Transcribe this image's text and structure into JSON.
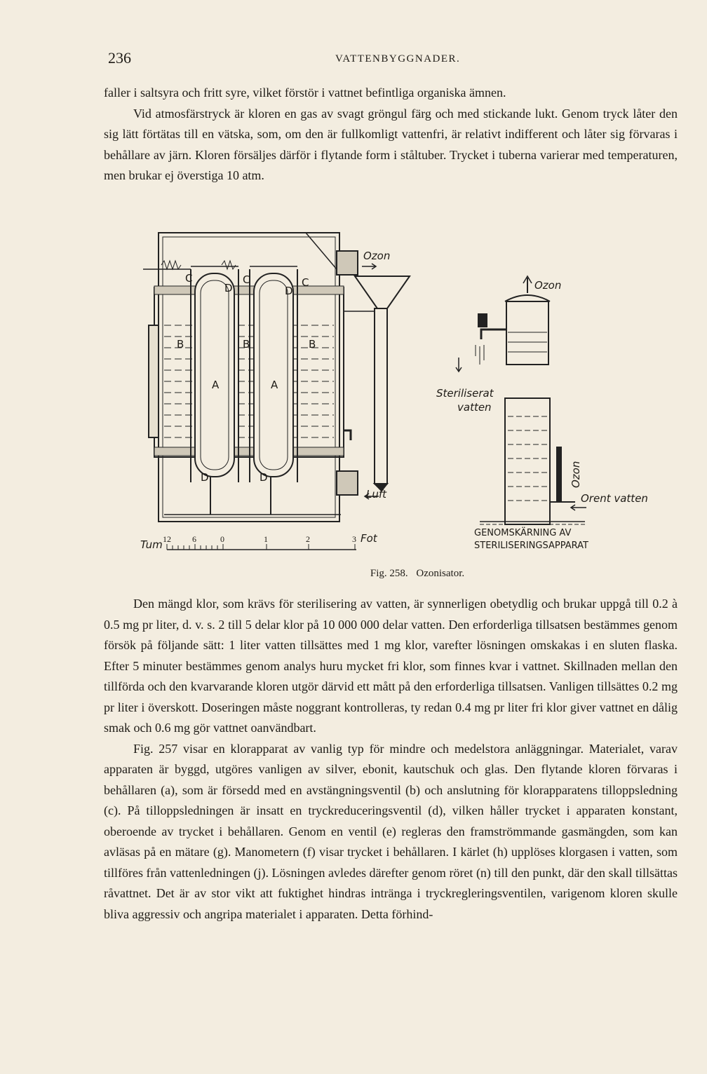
{
  "header": {
    "page_number": "236",
    "running_head": "VATTENBYGGNADER."
  },
  "paragraphs_top": [
    "faller i saltsyra och fritt syre, vilket förstör i vattnet befintliga organiska ämnen.",
    "Vid atmosfärstryck är kloren en gas av svagt gröngul färg och med stickande lukt. Genom tryck låter den sig lätt förtätas till en vätska, som, om den är fullkomligt vattenfri, är relativt indifferent och låter sig förvaras i behållare av järn. Kloren försäljes därför i flytande form i ståltuber. Trycket i tuberna varierar med temperaturen, men brukar ej överstiga 10 atm."
  ],
  "figure": {
    "labels": {
      "ozon_top": "Ozon",
      "ozon_right": "Ozon",
      "ozon_vertical": "Ozon",
      "steriliserat": "Steriliserat",
      "vatten": "vatten",
      "orent": "Orent vatten",
      "luft": "Luft",
      "section_line1": "GENOMSKÄRNING AV",
      "section_line2": "STERILISERINGSAPPARAT",
      "part_a": "A",
      "part_b": "B",
      "part_c": "C",
      "part_d": "D"
    },
    "scale": {
      "tum": "Tum",
      "fot": "Fot",
      "ticks": [
        "12",
        "6",
        "0",
        "1",
        "2",
        "3"
      ]
    },
    "caption": "Fig. 258.",
    "caption_title": "Ozonisator."
  },
  "paragraphs_bottom": [
    "Den mängd klor, som krävs för sterilisering av vatten, är synnerligen obetydlig och brukar uppgå till 0.2 à 0.5 mg pr liter, d. v. s. 2 till 5 delar klor på 10 000 000 delar vatten. Den erforderliga tillsatsen bestämmes genom försök på följande sätt: 1 liter vatten tillsättes med 1 mg klor, varefter lösningen omskakas i en sluten flaska. Efter 5 minuter bestämmes genom analys huru mycket fri klor, som finnes kvar i vattnet. Skillnaden mellan den tillförda och den kvarvarande kloren utgör därvid ett mått på den erforderliga tillsatsen. Vanligen tillsättes 0.2 mg pr liter i överskott. Doseringen måste noggrant kontrolleras, ty redan 0.4 mg pr liter fri klor giver vattnet en dålig smak och 0.6 mg gör vattnet oanvändbart.",
    "Fig. 257 visar en klorapparat av vanlig typ för mindre och medelstora anläggningar. Materialet, varav apparaten är byggd, utgöres vanligen av silver, ebonit, kautschuk och glas. Den flytande kloren förvaras i behållaren (a), som är försedd med en avstängningsventil (b) och anslutning för klorapparatens tilloppsledning (c). På tilloppsledningen är insatt en tryckreduceringsventil (d), vilken håller trycket i apparaten konstant, oberoende av trycket i behållaren. Genom en ventil (e) regleras den framströmmande gasmängden, som kan avläsas på en mätare (g). Manometern (f) visar trycket i behållaren. I kärlet (h) upplöses klorgasen i vatten, som tillföres från vattenledningen (j). Lösningen avledes därefter genom röret (n) till den punkt, där den skall tillsättas råvattnet. Det är av stor vikt att fuktighet hindras inträngа i tryckregleringsventilen, varigenom kloren skulle bliva aggressiv och angripa materialet i apparaten. Detta förhind-"
  ]
}
